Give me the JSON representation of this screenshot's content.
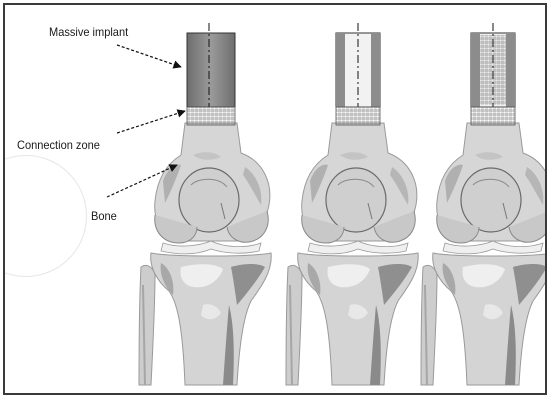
{
  "figure": {
    "labels": {
      "implant": "Massive implant",
      "connection": "Connection zone",
      "bone": "Bone"
    },
    "colors": {
      "bone_light": "#d8d8d8",
      "bone_mid": "#bdbdbd",
      "bone_dark": "#8c8c8c",
      "bone_outline": "#9a9a9a",
      "implant_dark": "#8a8a8a",
      "implant_light": "#ececec",
      "line": "#222222"
    },
    "panels": [
      {
        "id": "panel-1",
        "implant_style": "solid"
      },
      {
        "id": "panel-2",
        "implant_style": "hollow"
      },
      {
        "id": "panel-3",
        "implant_style": "hatched"
      }
    ]
  }
}
